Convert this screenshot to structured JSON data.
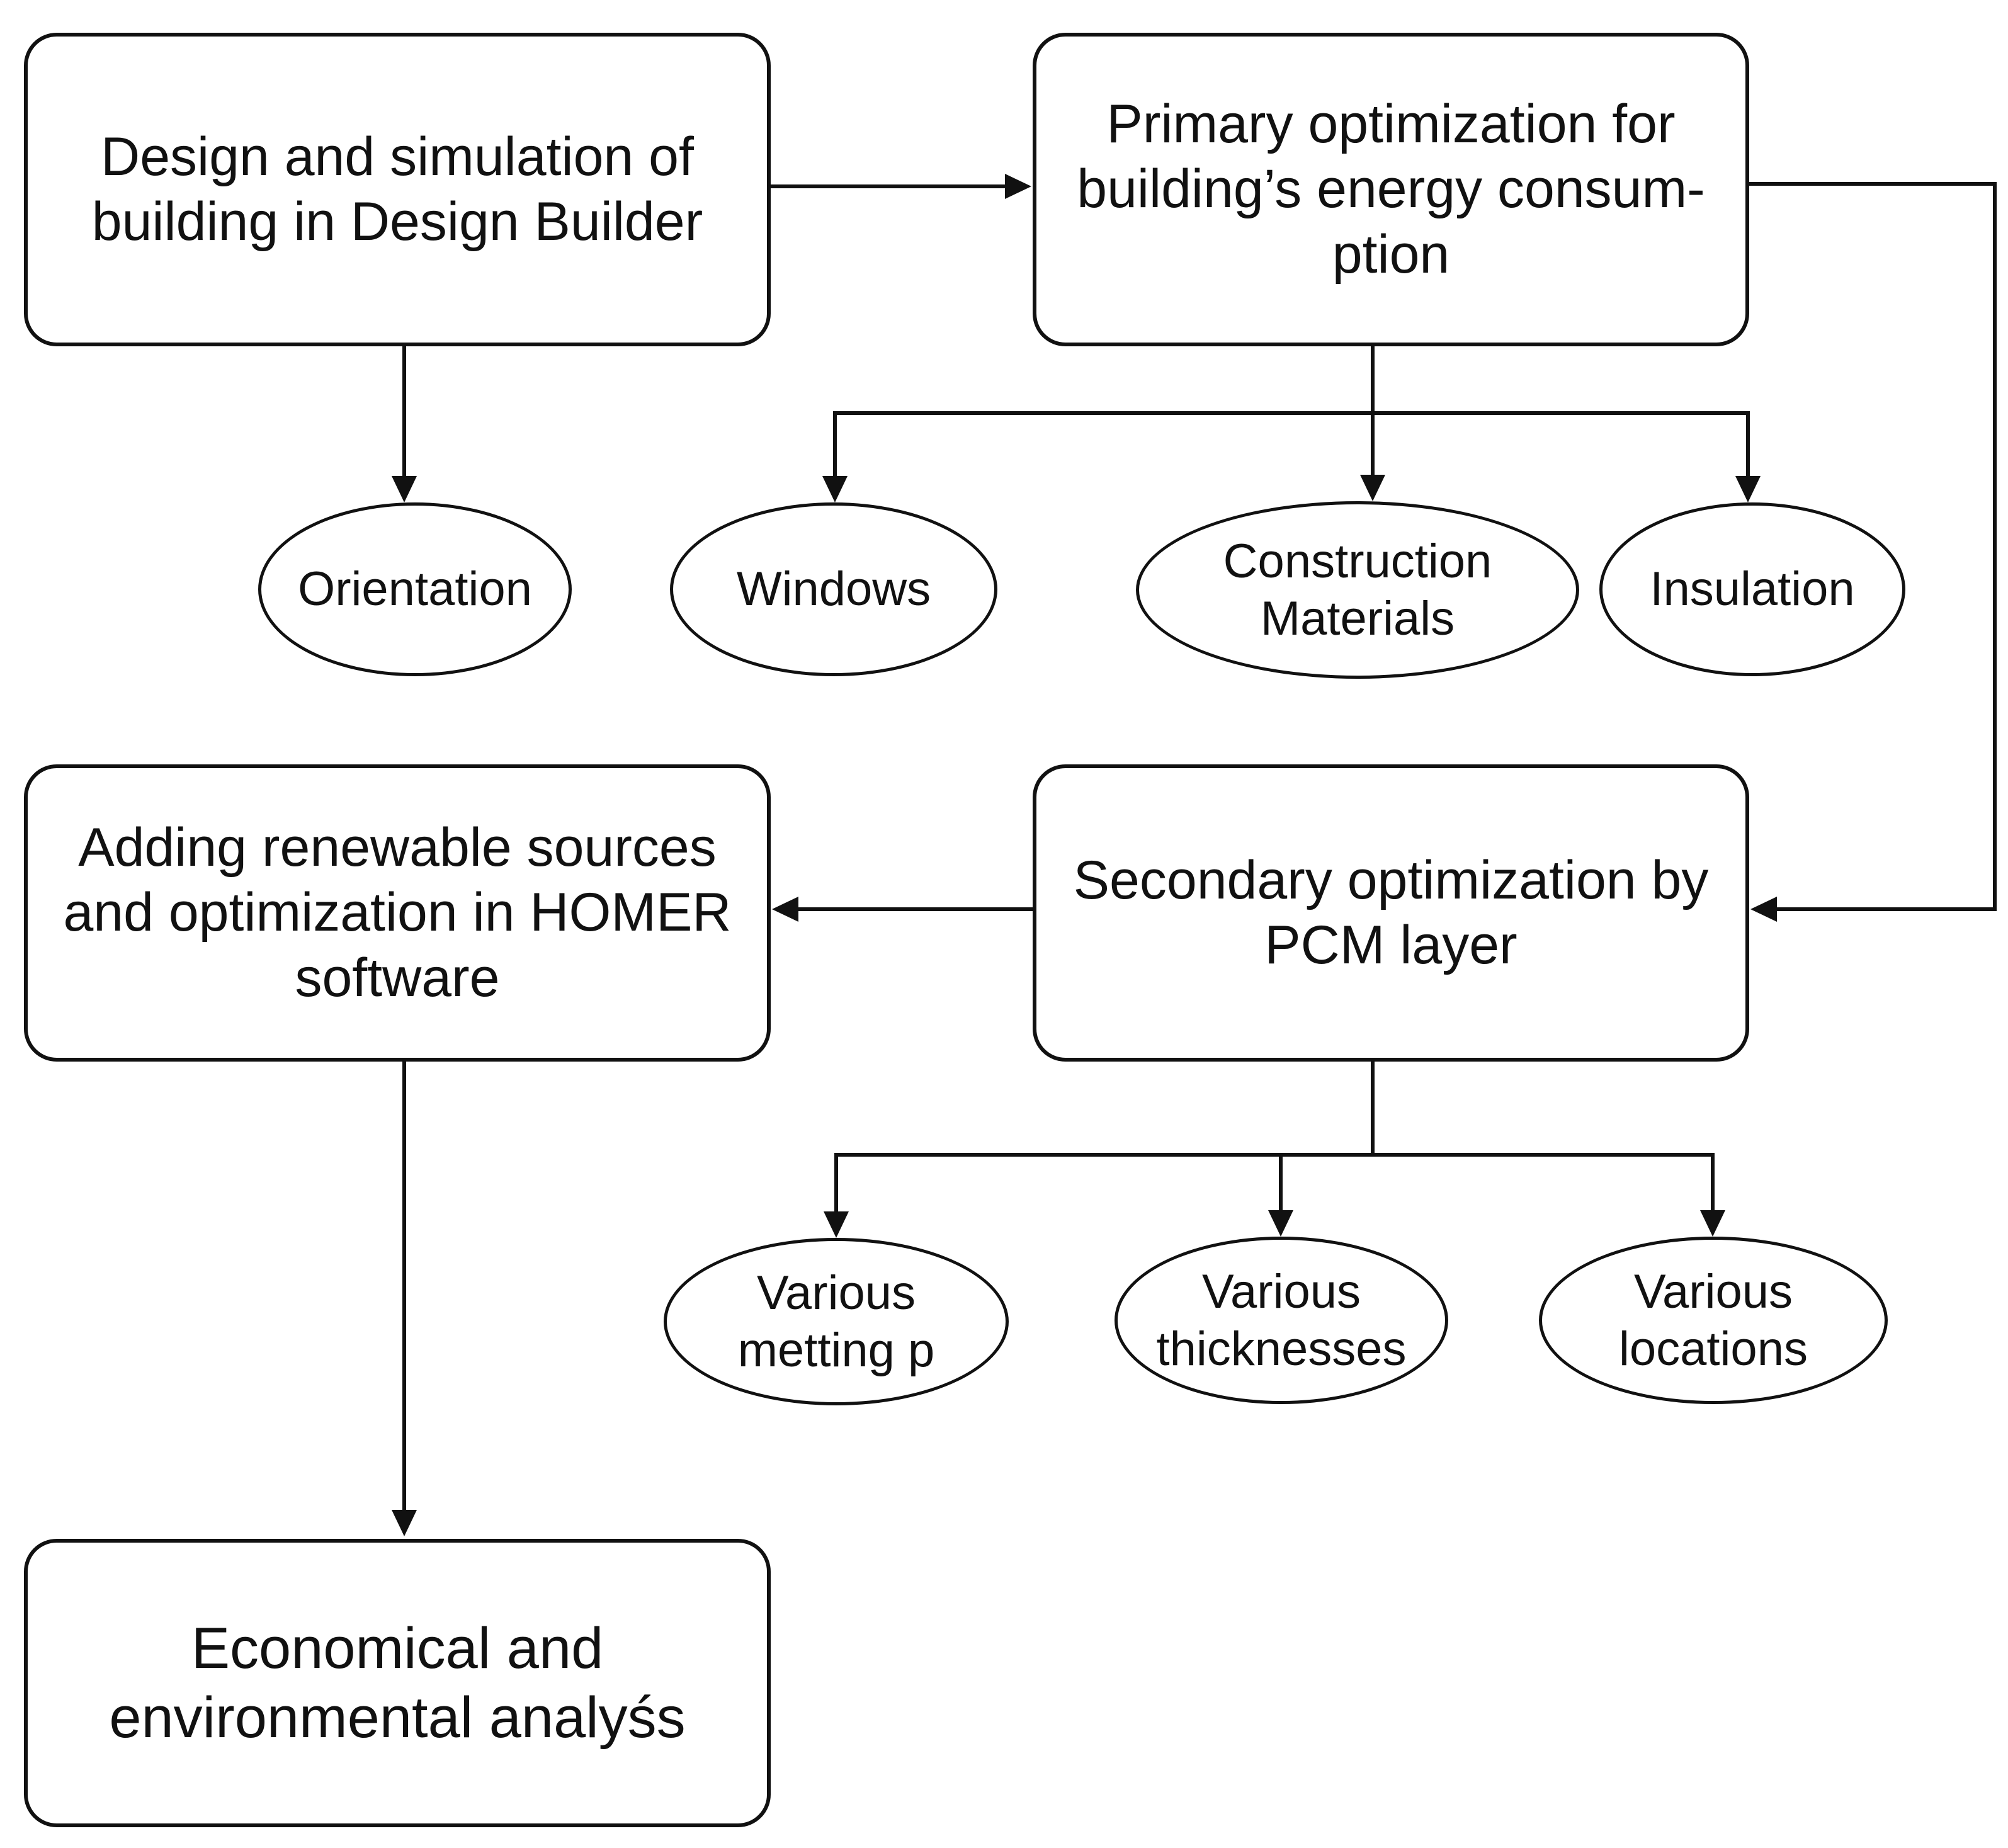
{
  "diagram": {
    "steps": {
      "design": "Design and simulation of\nbuilding in Design Builder",
      "primary": "Primary optimization for\nbuilding’s energy consum-\nption",
      "renewable": "Adding renewable sources\nand optimization in HOMER\nsoftware",
      "secondary": "Secondary optimization by\nPCM layer",
      "economical": "Economical and\nenvironmental analyśs"
    },
    "primary_factors": {
      "orientation": "Orientation",
      "windows": "Windows",
      "construction": "Construction\nMaterials",
      "insulation": "Insulation"
    },
    "pcm_factors": {
      "melting": "Various\nmetting p",
      "thickness": "Various\nthicknesses",
      "locations": "Various\nlocations"
    }
  }
}
